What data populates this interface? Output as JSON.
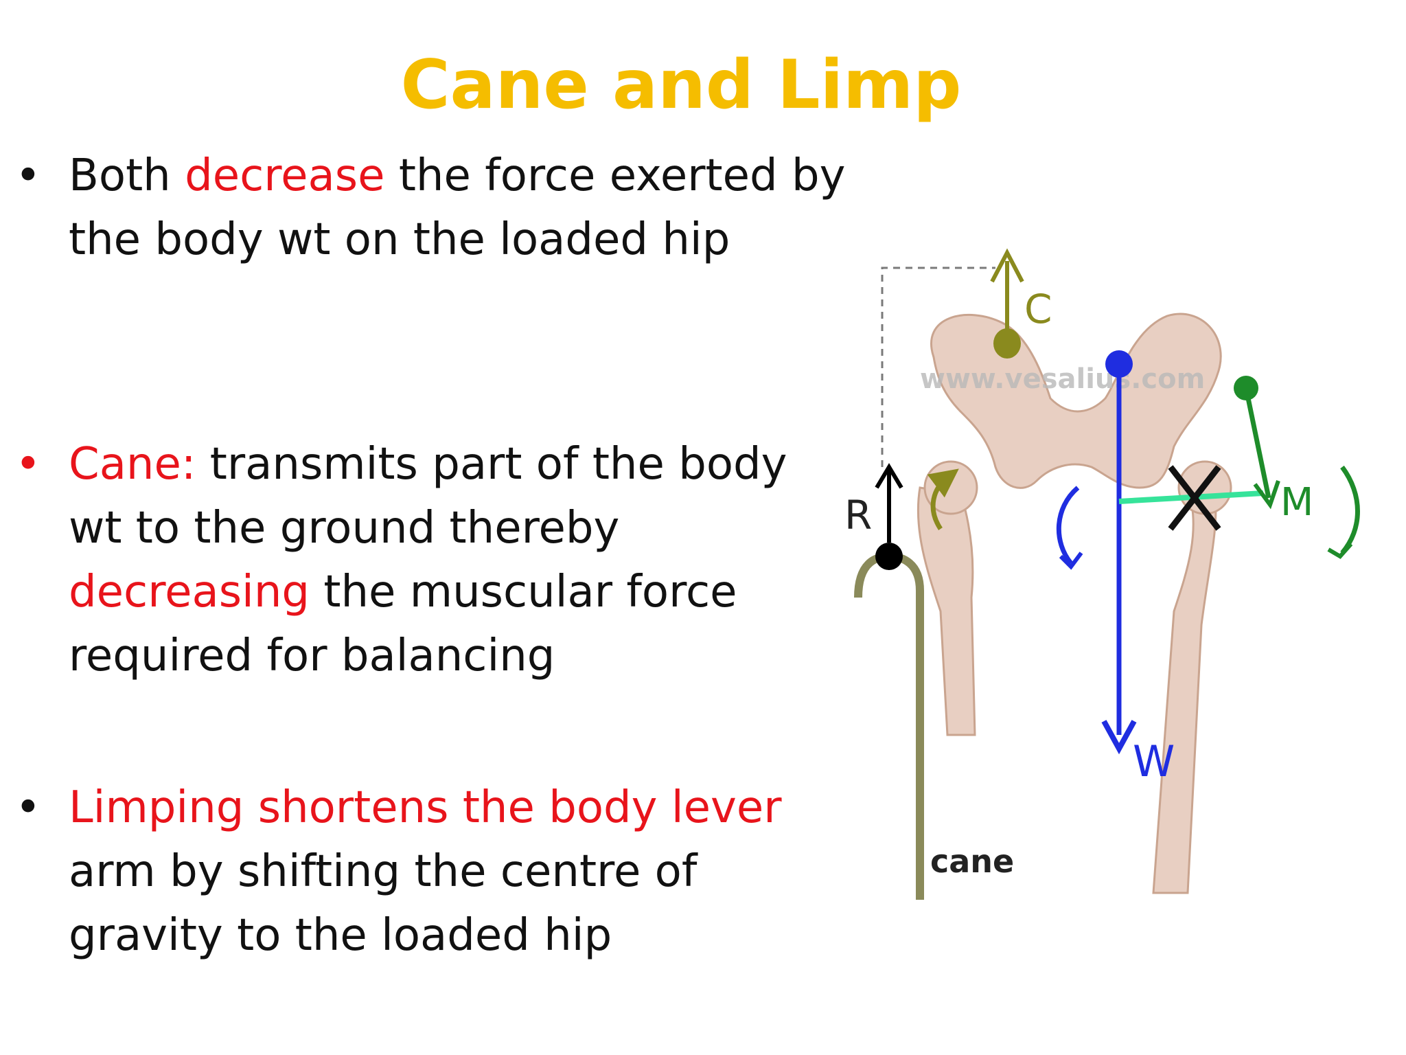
{
  "slide": {
    "title": "Cane and Limp",
    "bullets": [
      {
        "symbol": "•",
        "parts": [
          "Both ",
          "decrease",
          " the force exerted by the body wt on the loaded hip"
        ]
      },
      {
        "symbol": "•",
        "parts": [
          "Cane:",
          " transmits part of the body wt to the ground thereby ",
          "decreasing",
          " the muscular force required for balancing"
        ]
      },
      {
        "symbol": "•",
        "parts": [
          "Limping shortens the body lever",
          " arm by shifting the centre of gravity to the loaded hip"
        ]
      }
    ]
  },
  "figure": {
    "labels": {
      "c": "C",
      "r": "R",
      "m": "M",
      "w": "W",
      "cane": "cane",
      "watermark": "www.vesalius.com"
    },
    "colors": {
      "cane_force": "#8a8a1e",
      "body_weight": "#1f2de0",
      "muscle": "#1e8c2a",
      "lever": "#36e39a",
      "bone": "#e8cfc2",
      "accent_red": "#e8141b",
      "title_yellow": "#f5bd00"
    }
  }
}
